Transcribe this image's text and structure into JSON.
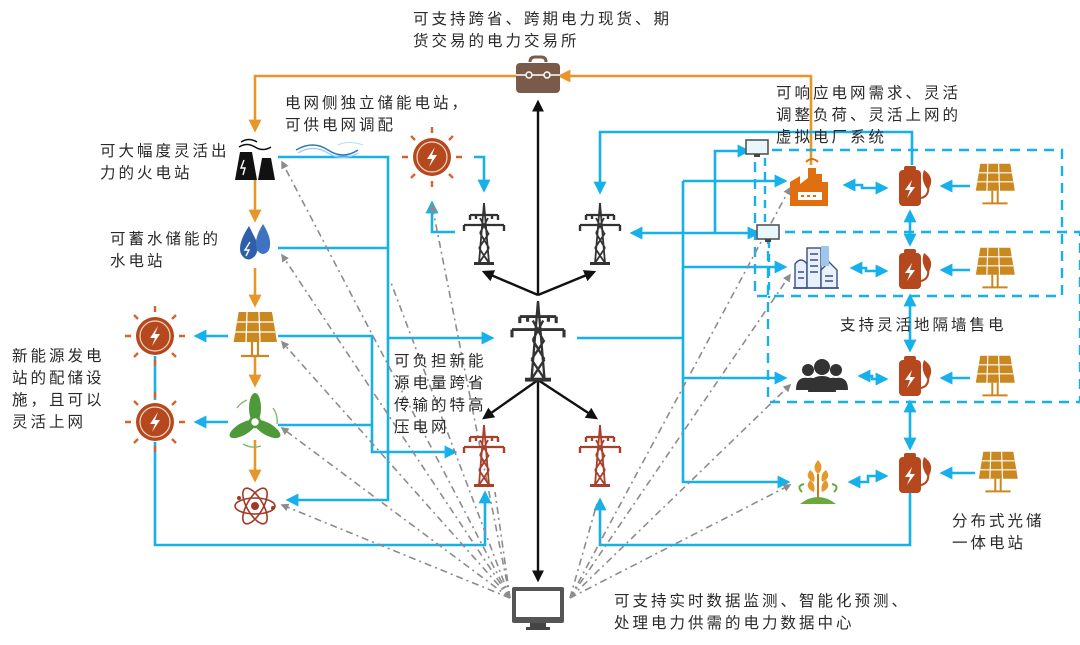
{
  "labels": {
    "exchange": "可支持跨省、跨期电力现货、期\n货交易的电力交易所",
    "grid_storage": "电网侧独立储能电站，\n可供电网调配",
    "thermal": "可大幅度灵活出\n力的火电站",
    "hydro": "可蓄水储能的\n水电站",
    "renewable_storage": "新能源发电\n站的配储设\n施，且可以\n灵活上网",
    "uhv_grid": "可负担新能\n源电量跨省\n传输的特高\n压电网",
    "virtual_plant": "可响应电网需求、灵活\n调整负荷、灵活上网的\n虚拟电厂系统",
    "wall_sale": "支持灵活地隔墙售电",
    "distributed_pv": "分布式光储\n一体电站",
    "data_center": "可支持实时数据监测、智能化预测、\n处理电力供需的电力数据中心"
  },
  "icons": {
    "exchange": "briefcase-icon",
    "thermal": "power-plant-icon",
    "hydro": "water-drop-icon",
    "solar": "solar-panel-icon",
    "wind": "wind-turbine-icon",
    "nuclear": "atom-icon",
    "storage": "sun-bolt-icon",
    "tower": "transmission-tower-icon",
    "factory": "factory-icon",
    "building": "building-icon",
    "people": "people-icon",
    "agriculture": "wheat-icon",
    "battery": "eco-battery-icon",
    "monitor": "monitor-icon"
  },
  "colors": {
    "power_flow": "#16b0ea",
    "market_flow": "#e7962a",
    "backbone": "#111111",
    "data_flow": "#8c8c8c",
    "storage": "#b5481c",
    "solar": "#c98820",
    "wind": "#4e9a3b",
    "hydro": "#2f5fa8",
    "uhv_tower": "#a8412c"
  }
}
